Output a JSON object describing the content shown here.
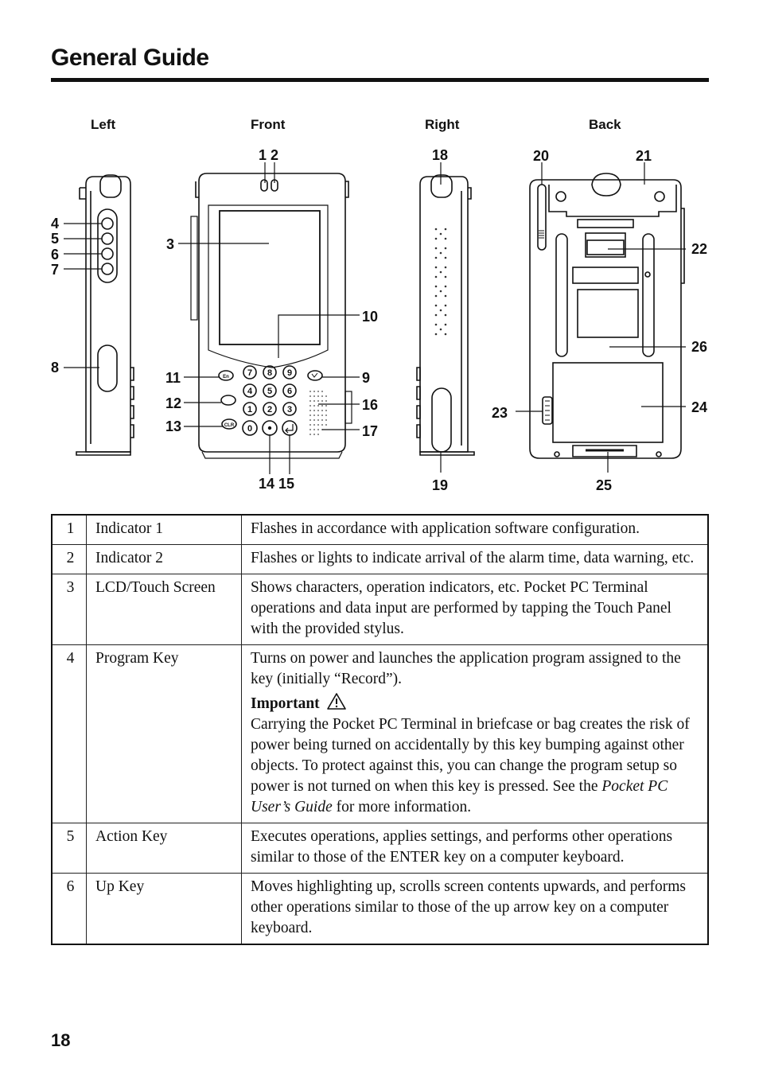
{
  "page": {
    "title": "General Guide",
    "page_number": "18"
  },
  "figure": {
    "views": {
      "left": "Left",
      "front": "Front",
      "right": "Right",
      "back": "Back"
    },
    "callouts": {
      "c12": "1 2",
      "c3": "3",
      "c4": "4",
      "c5": "5",
      "c6": "6",
      "c7": "7",
      "c8": "8",
      "c9": "9",
      "c10": "10",
      "c11": "11",
      "c12b": "12",
      "c13": "13",
      "c1415": "14 15",
      "c16": "16",
      "c17": "17",
      "c18": "18",
      "c19": "19",
      "c20": "20",
      "c21": "21",
      "c22": "22",
      "c23": "23",
      "c24": "24",
      "c25": "25",
      "c26": "26"
    },
    "keypad": {
      "k7": "7",
      "k8": "8",
      "k9": "9",
      "k4": "4",
      "k5": "5",
      "k6": "6",
      "k1": "1",
      "k2": "2",
      "k3": "3",
      "k0": "0",
      "en": "En",
      "clr": "CLR"
    }
  },
  "parts": [
    {
      "num": "1",
      "name": "Indicator 1",
      "desc": "Flashes in accordance with application software configuration."
    },
    {
      "num": "2",
      "name": "Indicator 2",
      "desc": "Flashes or lights to indicate arrival of the alarm time, data warning, etc."
    },
    {
      "num": "3",
      "name": "LCD/Touch Screen",
      "desc": "Shows characters, operation indicators, etc. Pocket PC Terminal operations and data input are performed by tapping the Touch Panel with the provided stylus."
    },
    {
      "num": "4",
      "name": "Program Key",
      "desc": "Turns on power and launches the application program assigned to the key (initially “Record”).",
      "important_label": "Important",
      "important_before": "Carrying the Pocket PC Terminal in briefcase or bag creates the risk of power being turned on accidentally by this key bumping against other objects. To protect against this, you can change the program setup so power is not turned on when this key is pressed. See the ",
      "important_ref": "Pocket PC User’s Guide",
      "important_after": " for more information."
    },
    {
      "num": "5",
      "name": "Action Key",
      "desc": "Executes operations, applies settings, and performs other operations similar to those of the ENTER key on a computer keyboard."
    },
    {
      "num": "6",
      "name": "Up Key",
      "desc": "Moves highlighting up, scrolls screen contents upwards, and performs other operations similar to those of the up arrow key on a computer keyboard."
    }
  ]
}
